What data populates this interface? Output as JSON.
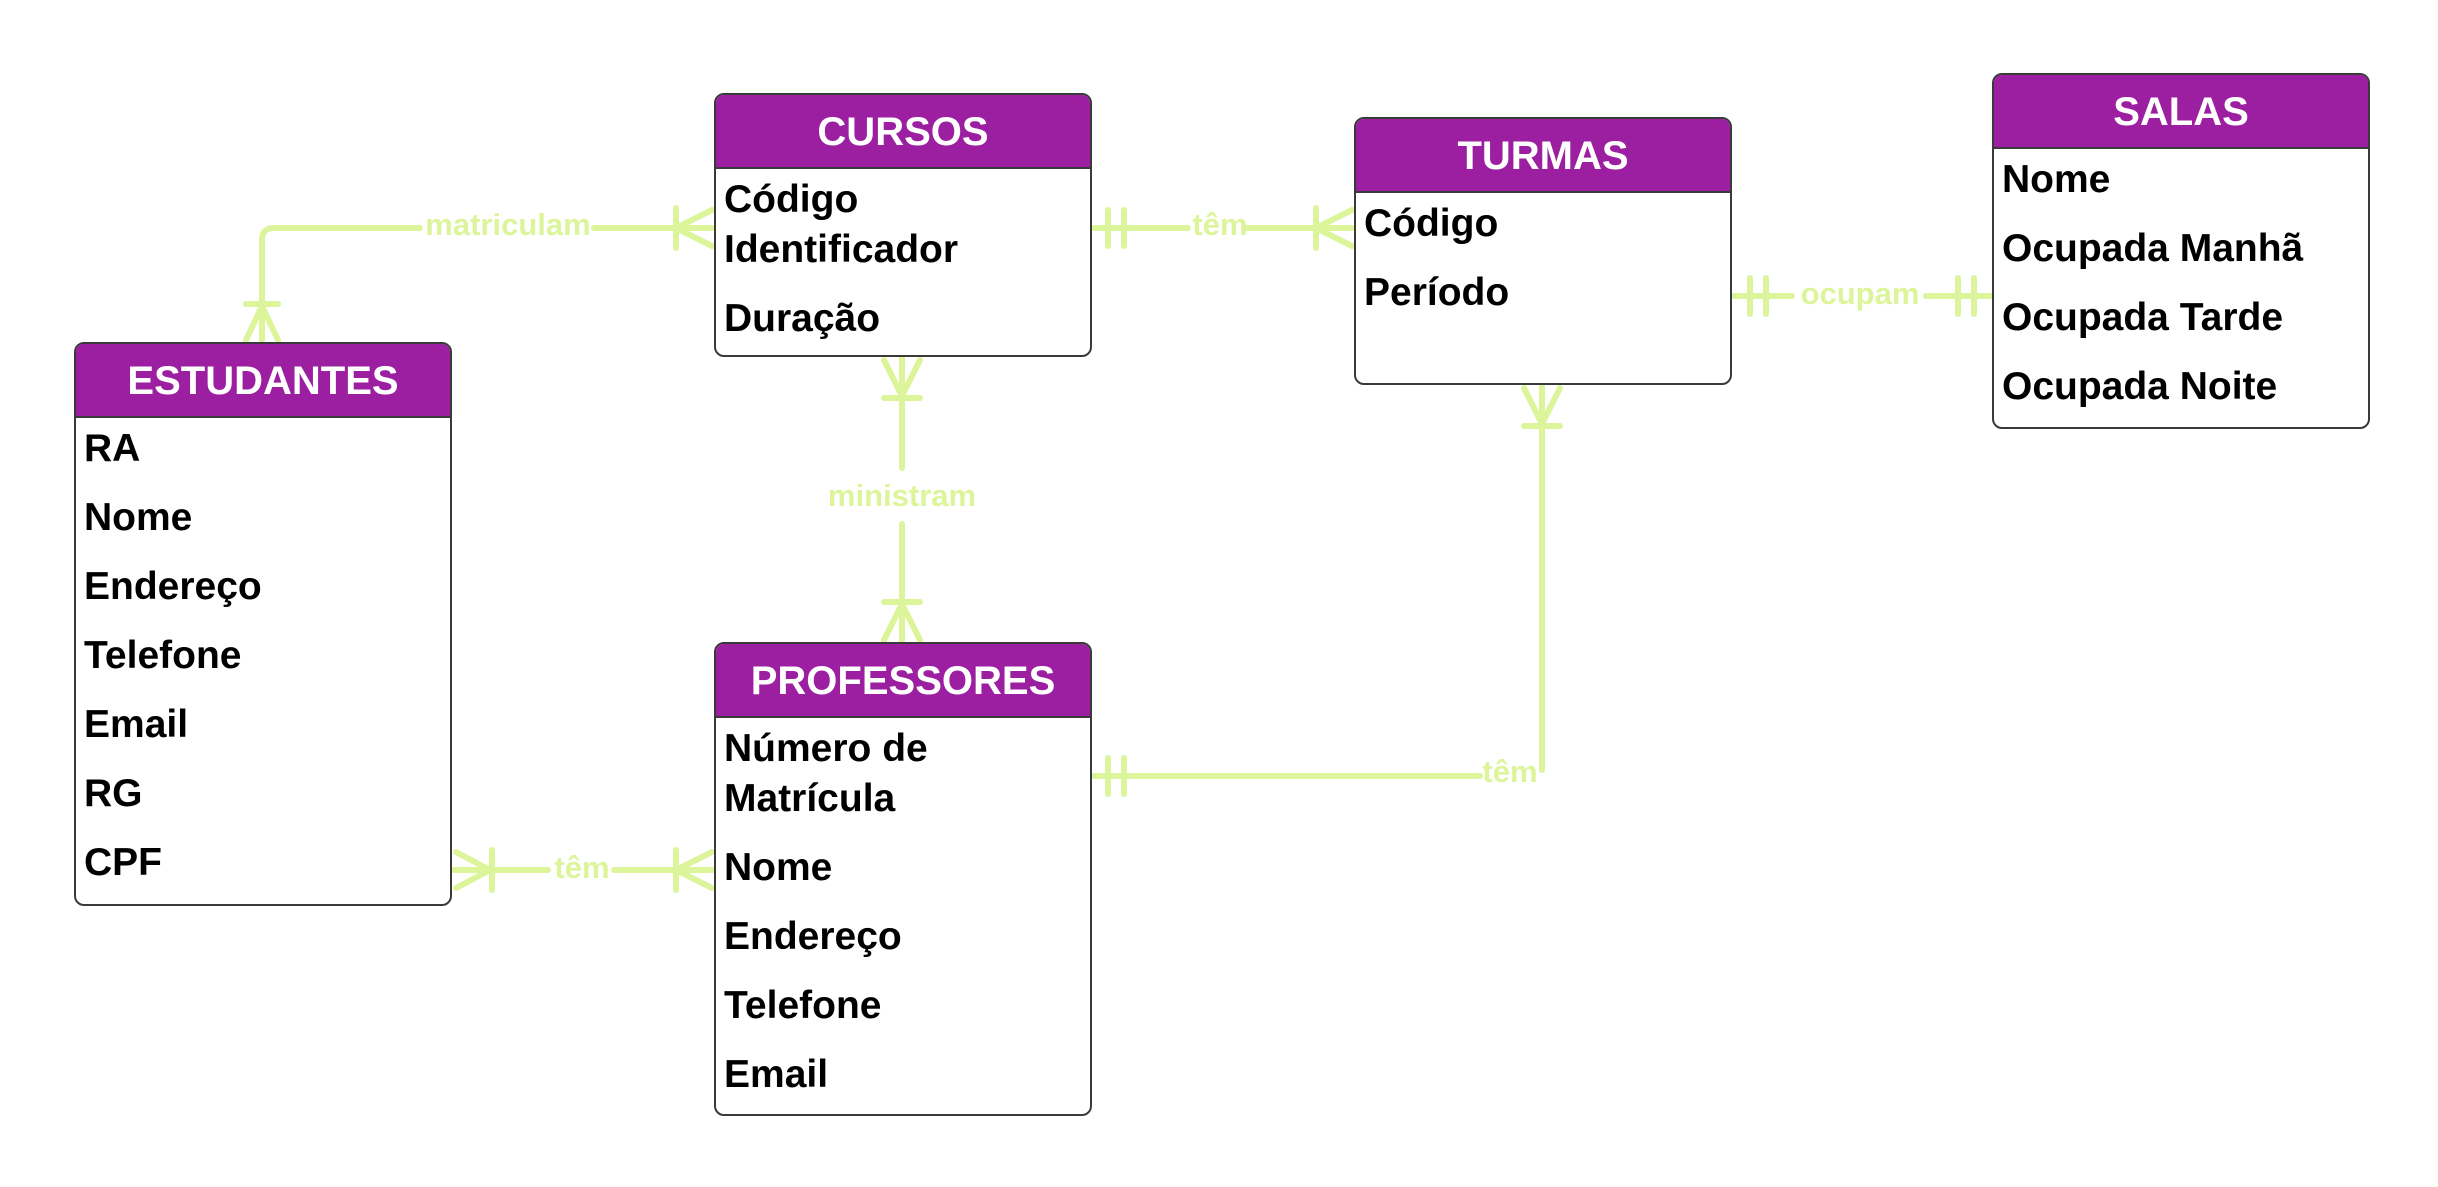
{
  "colors": {
    "header": "#9b1fa0",
    "connector": "#ddf59a",
    "border": "#3a3a3a"
  },
  "entities": {
    "estudantes": {
      "title": "ESTUDANTES",
      "attributes": [
        "RA",
        "Nome",
        "Endereço",
        "Telefone",
        "Email",
        "RG",
        "CPF"
      ]
    },
    "cursos": {
      "title": "CURSOS",
      "attributes": [
        "Código Identificador",
        "Duração"
      ]
    },
    "turmas": {
      "title": "TURMAS",
      "attributes": [
        "Código",
        "Período"
      ]
    },
    "salas": {
      "title": "SALAS",
      "attributes": [
        "Nome",
        "Ocupada Manhã",
        "Ocupada Tarde",
        "Ocupada Noite"
      ]
    },
    "professores": {
      "title": "PROFESSORES",
      "attributes": [
        "Número de Matrícula",
        "Nome",
        "Endereço",
        "Telefone",
        "Email"
      ]
    }
  },
  "relationships": {
    "estudantes_cursos": "matriculam",
    "cursos_turmas": "têm",
    "turmas_salas": "ocupam",
    "cursos_professores": "ministram",
    "professores_turmas": "têm",
    "estudantes_professores": "têm"
  }
}
